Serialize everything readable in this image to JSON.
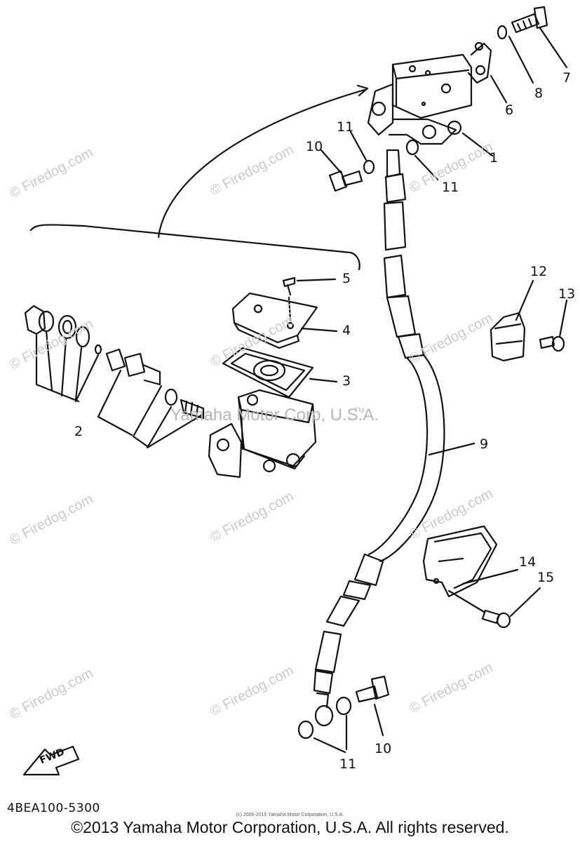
{
  "watermarks": {
    "text": "© Firedog.com",
    "center_text": "Yamaha Motor Corp, U.S.A.",
    "trademark": "TM"
  },
  "callouts": {
    "c1": "1",
    "c2": "2",
    "c3": "3",
    "c4": "4",
    "c5": "5",
    "c6": "6",
    "c7": "7",
    "c8": "8",
    "c9": "9",
    "c10a": "10",
    "c10b": "10",
    "c11a": "11",
    "c11b": "11",
    "c11c": "11",
    "c12": "12",
    "c13": "13",
    "c14": "14",
    "c15": "15"
  },
  "fwd_label": "FWD",
  "diagram_code": "4BEA100-5300",
  "small_copyright": "(c) 2006-2015 Yamaha Motor Corporation, U.S.A.",
  "copyright": "©2013 Yamaha Motor Corporation, U.S.A. All rights reserved.",
  "colors": {
    "line": "#111111",
    "watermark": "#c8c8c8"
  }
}
